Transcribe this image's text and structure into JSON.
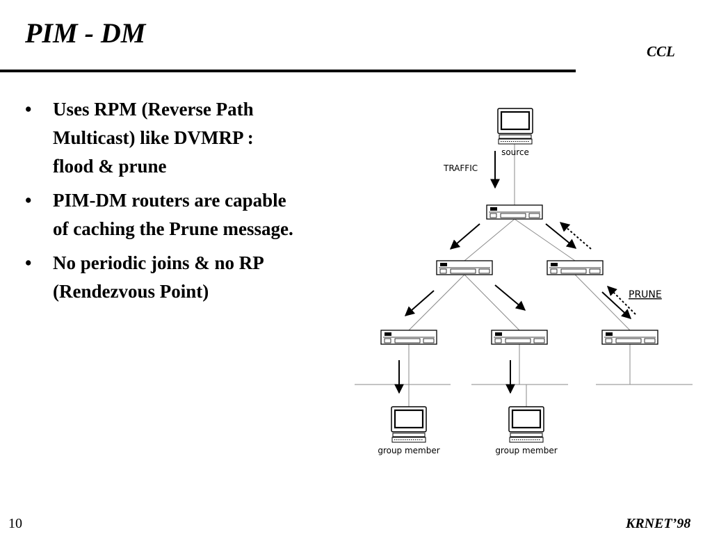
{
  "slide": {
    "title": "PIM - DM",
    "org": "CCL",
    "page_number": "10",
    "footer": "KRNET’98"
  },
  "bullets": [
    {
      "symbol": "•",
      "lines": [
        "Uses RPM (Reverse Path",
        "Multicast) like DVMRP :",
        "flood & prune"
      ]
    },
    {
      "symbol": "•",
      "lines": [
        "PIM-DM routers are capable",
        "of caching the Prune message."
      ]
    },
    {
      "symbol": "•",
      "lines": [
        "No periodic joins & no RP",
        "(Rendezvous Point)"
      ]
    }
  ],
  "diagram": {
    "source_label": "source",
    "traffic_label": "TRAFFIC",
    "prune_label": "PRUNE",
    "member_left_label": "group member",
    "member_right_label": "group member",
    "router_port_glyphs": "o   oooooo   oo",
    "colors": {
      "ink": "#000000",
      "line": "#8a8a8a"
    }
  }
}
